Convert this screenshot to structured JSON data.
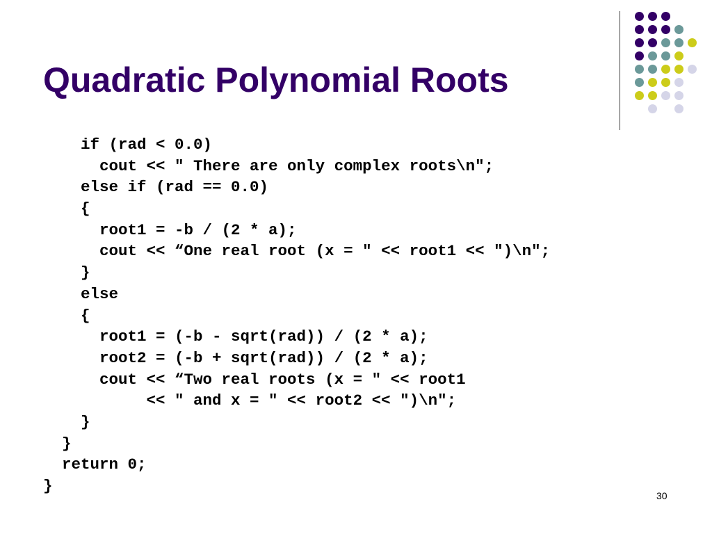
{
  "slide": {
    "title": "Quadratic Polynomial Roots",
    "page_number": "30",
    "code_lines": [
      "    if (rad < 0.0)",
      "      cout << \" There are only complex roots\\n\";",
      "    else if (rad == 0.0)",
      "    {",
      "      root1 = -b / (2 * a);",
      "      cout << “One real root (x = \" << root1 << \")\\n\";",
      "    }",
      "    else",
      "    {",
      "      root1 = (-b - sqrt(rad)) / (2 * a);",
      "      root2 = (-b + sqrt(rad)) / (2 * a);",
      "      cout << “Two real roots (x = \" << root1",
      "           << \" and x = \" << root2 << \")\\n\";",
      "    }",
      "  }",
      "  return 0;",
      "}"
    ]
  },
  "colors": {
    "title": "#330066",
    "divider": "#3f3f3f",
    "dot_purple": "#330066",
    "dot_teal": "#6b9999",
    "dot_olive": "#cccc1a",
    "dot_lavender": "#d5d5e8"
  }
}
